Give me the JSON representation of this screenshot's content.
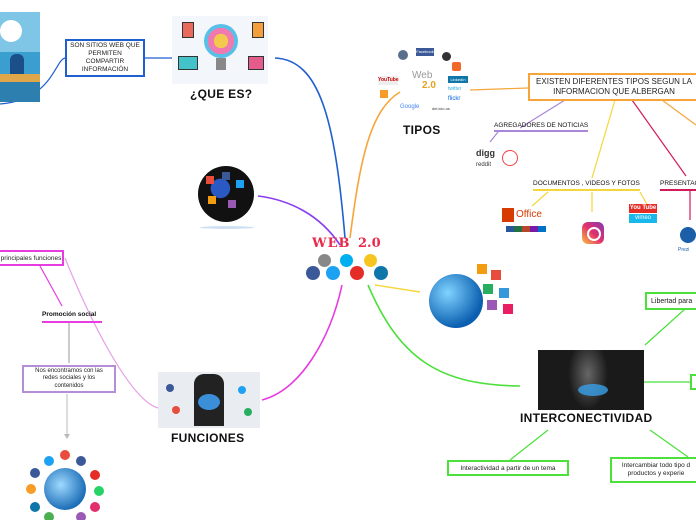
{
  "nodes": {
    "que_es": {
      "title": "¿QUE ES?",
      "description": "SON SITIOS WEB QUE PERMITEN COMPARTIR INFORMACIÓN"
    },
    "tipos": {
      "title": "TIPOS",
      "description": "EXISTEN DIFERENTES TIPOS SEGUN LA INFORMACION QUE ALBERGAN",
      "sub": [
        "AGREGADORES DE NOTICIAS",
        "DOCUMENTOS , VIDEOS Y FOTOS",
        "PRESENTAC"
      ]
    },
    "interconectividad": {
      "title": "INTERCONECTIVIDAD",
      "sub": [
        "Libertad para",
        "Interactividad a partir de un tema",
        "Intercambiar todo tipo d productos y experie"
      ]
    },
    "funciones": {
      "title": "FUNCIONES",
      "sub": [
        "principales funciones",
        "Promoción social",
        "Nos encontramos con las redes sociales y los contenidos"
      ]
    },
    "center": {
      "line1": "WEB",
      "line2": "2.0"
    }
  },
  "logos": {
    "web20_cloud": [
      "Facebook",
      "YouTube",
      "Web",
      "2.0",
      "LinkedIn",
      "twitter",
      "flickr",
      "Google",
      "del.icio.us"
    ],
    "news": [
      "digg",
      "reddit"
    ],
    "office": "Office",
    "youtube": "You Tube",
    "vimeo": "vimeo",
    "prezi": "Prezi"
  },
  "colors": {
    "orange": "#f7a53a",
    "blue": "#1f5fcf",
    "purple": "#8a3cf0",
    "magenta": "#e63ce0",
    "green": "#4be03a",
    "yellow": "#f5d63a",
    "crimson": "#d21a5a",
    "lavender": "#a986d8"
  }
}
